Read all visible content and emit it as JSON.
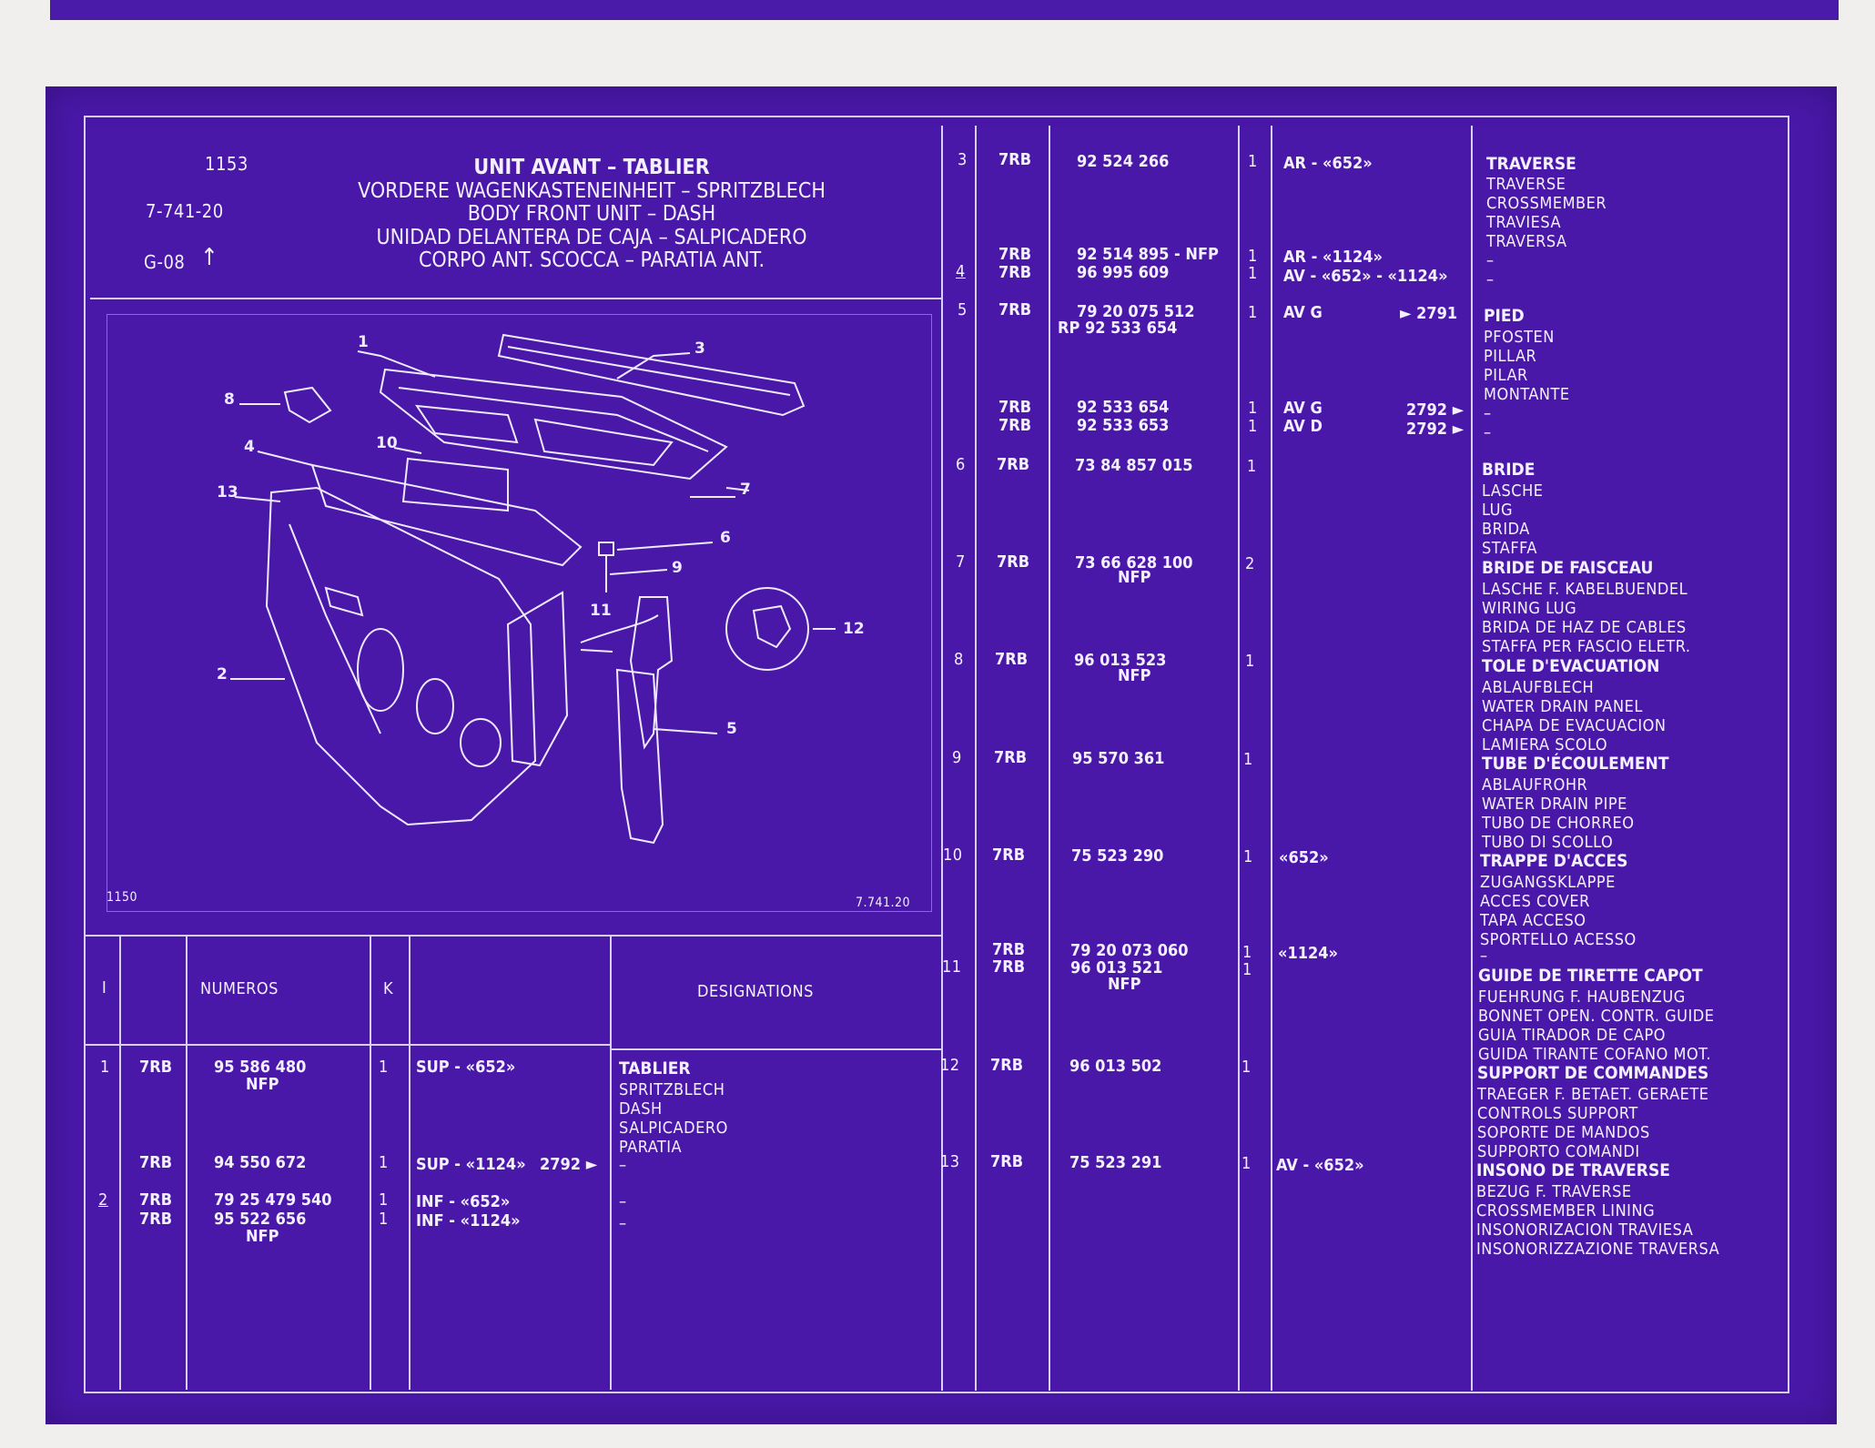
{
  "header": {
    "plate_number": "1153",
    "reference": "7-741-20",
    "group": "G-08",
    "title_lines": [
      "UNIT AVANT – TABLIER",
      "VORDERE WAGENKASTENEINHEIT – SPRITZBLECH",
      "BODY FRONT UNIT – DASH",
      "UNIDAD DELANTERA DE CAJA – SALPICADERO",
      "CORPO ANT. SCOCCA – PARATIA ANT."
    ]
  },
  "drawing": {
    "plate_label": "1150",
    "reference_label": "7.741.20",
    "callouts": [
      "1",
      "2",
      "3",
      "4",
      "5",
      "6",
      "7",
      "8",
      "9",
      "10",
      "11",
      "12",
      "13"
    ]
  },
  "table_header": {
    "col_index": "I",
    "col_numeros": "NUMEROS",
    "col_k": "K",
    "col_designations": "DESIGNATIONS"
  },
  "left_rows": [
    {
      "idx": "1",
      "pre": "7RB",
      "num": "95 586 480",
      "sub": "NFP",
      "k": "1",
      "opt": "SUP - «652»",
      "ref": "",
      "desc": [
        "TABLIER",
        "SPRITZBLECH",
        "DASH",
        "SALPICADERO",
        "PARATIA"
      ]
    },
    {
      "idx": "",
      "pre": "7RB",
      "num": "94 550 672",
      "sub": "",
      "k": "1",
      "opt": "SUP - «1124»",
      "ref": "2792 ►",
      "desc": [
        "–"
      ]
    },
    {
      "idx": "2",
      "pre": "7RB",
      "num": "79 25 479 540",
      "sub": "",
      "k": "1",
      "opt": "INF - «652»",
      "ref": "",
      "desc": [
        "–"
      ]
    },
    {
      "idx": "",
      "pre": "7RB",
      "num": "95 522 656",
      "sub": "NFP",
      "k": "1",
      "opt": "INF - «1124»",
      "ref": "",
      "desc": [
        "–"
      ]
    }
  ],
  "right_rows": [
    {
      "idx": "3",
      "pre": [
        "7RB"
      ],
      "num": [
        "92 524 266"
      ],
      "k": [
        "1"
      ],
      "opt": [
        "AR - «652»"
      ],
      "ref": []
    },
    {
      "idx": "4",
      "pre": [
        "7RB",
        "7RB"
      ],
      "num": [
        "92 514 895 - NFP",
        "96 995 609"
      ],
      "k": [
        "1",
        "1"
      ],
      "opt": [
        "AR - «1124»",
        "AV - «652» - «1124»"
      ],
      "ref": []
    },
    {
      "idx": "5",
      "pre": [
        "7RB"
      ],
      "num": [
        "79 20 075 512",
        "RP 92 533 654"
      ],
      "k": [
        "1"
      ],
      "opt": [
        "AV G"
      ],
      "ref": [
        "► 2791"
      ]
    },
    {
      "idx": "",
      "pre": [
        "7RB",
        "7RB"
      ],
      "num": [
        "92 533 654",
        "92 533 653"
      ],
      "k": [
        "1",
        "1"
      ],
      "opt": [
        "AV G",
        "AV D"
      ],
      "ref": [
        "2792 ►",
        "2792 ►"
      ]
    },
    {
      "idx": "6",
      "pre": [
        "7RB"
      ],
      "num": [
        "73 84 857 015"
      ],
      "k": [
        "1"
      ],
      "opt": [],
      "ref": []
    },
    {
      "idx": "7",
      "pre": [
        "7RB"
      ],
      "num": [
        "73 66 628 100",
        "NFP"
      ],
      "k": [
        "2"
      ],
      "opt": [],
      "ref": []
    },
    {
      "idx": "8",
      "pre": [
        "7RB"
      ],
      "num": [
        "96 013 523",
        "NFP"
      ],
      "k": [
        "1"
      ],
      "opt": [],
      "ref": []
    },
    {
      "idx": "9",
      "pre": [
        "7RB"
      ],
      "num": [
        "95 570 361"
      ],
      "k": [
        "1"
      ],
      "opt": [],
      "ref": []
    },
    {
      "idx": "10",
      "pre": [
        "7RB"
      ],
      "num": [
        "75 523 290"
      ],
      "k": [
        "1"
      ],
      "opt": [
        "«652»"
      ],
      "ref": []
    },
    {
      "idx": "11",
      "pre": [
        "7RB",
        "7RB"
      ],
      "num": [
        "79 20 073 060",
        "96 013 521",
        "NFP"
      ],
      "k": [
        "1",
        "1"
      ],
      "opt": [
        "«1124»"
      ],
      "ref": []
    },
    {
      "idx": "12",
      "pre": [
        "7RB"
      ],
      "num": [
        "96 013 502"
      ],
      "k": [
        "1"
      ],
      "opt": [],
      "ref": []
    },
    {
      "idx": "13",
      "pre": [
        "7RB"
      ],
      "num": [
        "75 523 291"
      ],
      "k": [
        "1"
      ],
      "opt": [
        "AV - «652»"
      ],
      "ref": []
    }
  ],
  "designations": [
    {
      "head": "TRAVERSE",
      "lines": [
        "TRAVERSE",
        "CROSSMEMBER",
        "TRAVIESA",
        "TRAVERSA",
        "–",
        "–"
      ]
    },
    {
      "head": "PIED",
      "lines": [
        "PFOSTEN",
        "PILLAR",
        "PILAR",
        "MONTANTE",
        "–",
        "–"
      ]
    },
    {
      "head": "BRIDE",
      "lines": [
        "LASCHE",
        "LUG",
        "BRIDA",
        "STAFFA"
      ]
    },
    {
      "head": "BRIDE DE FAISCEAU",
      "lines": [
        "LASCHE F. KABELBUENDEL",
        "WIRING LUG",
        "BRIDA DE HAZ DE CABLES",
        "STAFFA PER FASCIO ELETR."
      ]
    },
    {
      "head": "TOLE D'EVACUATION",
      "lines": [
        "ABLAUFBLECH",
        "WATER DRAIN PANEL",
        "CHAPA DE EVACUACION",
        "LAMIERA SCOLO"
      ]
    },
    {
      "head": "TUBE D'ÉCOULEMENT",
      "lines": [
        "ABLAUFROHR",
        "WATER DRAIN PIPE",
        "TUBO DE CHORREO",
        "TUBO DI SCOLLO"
      ]
    },
    {
      "head": "TRAPPE D'ACCES",
      "lines": [
        "ZUGANGSKLAPPE",
        "ACCES COVER",
        "TAPA ACCESO",
        "SPORTELLO ACESSO",
        "–"
      ]
    },
    {
      "head": "GUIDE DE TIRETTE CAPOT",
      "lines": [
        "FUEHRUNG F. HAUBENZUG",
        "BONNET OPEN. CONTR. GUIDE",
        "GUIA TIRADOR DE CAPO",
        "GUIDA TIRANTE COFANO MOT."
      ]
    },
    {
      "head": "SUPPORT DE COMMANDES",
      "lines": [
        "TRAEGER F. BETAET. GERAETE",
        "CONTROLS SUPPORT",
        "SOPORTE DE MANDOS",
        "SUPPORTO COMANDI"
      ]
    },
    {
      "head": "INSONO DE TRAVERSE",
      "lines": [
        "BEZUG F. TRAVERSE",
        "CROSSMEMBER LINING",
        "INSONORIZACION TRAVIESA",
        "INSONORIZZAZIONE TRAVERSA"
      ]
    }
  ]
}
